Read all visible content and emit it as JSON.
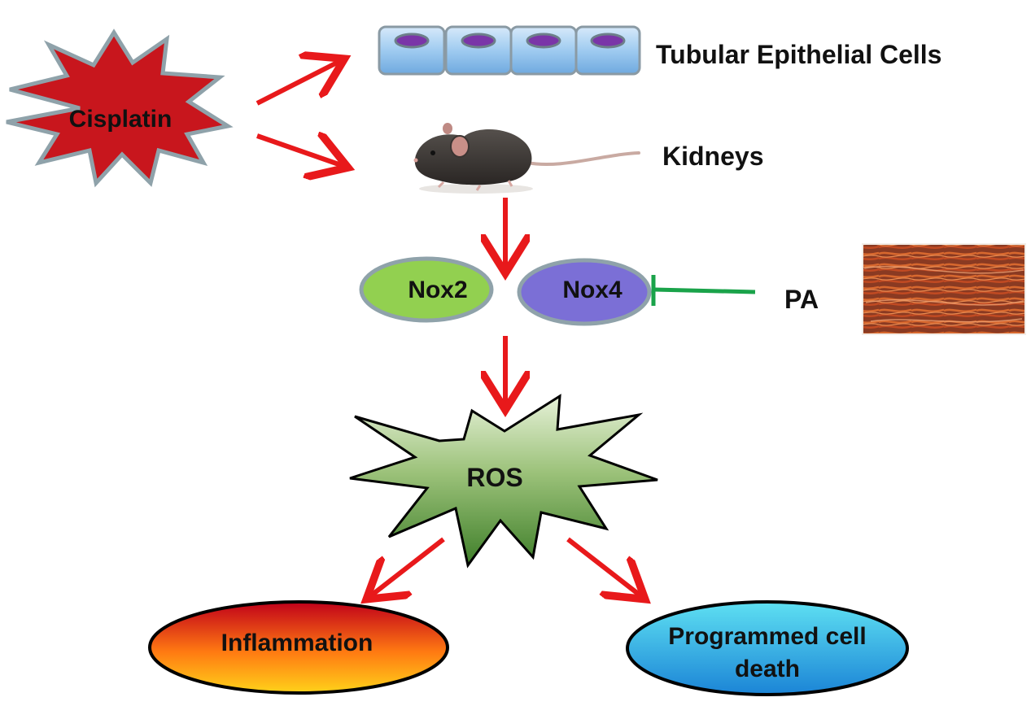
{
  "diagram": {
    "cisplatin": "Cisplatin",
    "tubular_cells": "Tubular Epithelial Cells",
    "kidneys": "Kidneys",
    "nox2": "Nox2",
    "nox4": "Nox4",
    "pa": "PA",
    "ros": "ROS",
    "inflammation": "Inflammation",
    "pcd_line1": "Programmed cell",
    "pcd_line2": "death"
  },
  "colors": {
    "arrow": "#e8191b",
    "inhibit": "#1aa34a",
    "cisplatin_fill": "#c8161d",
    "nox2_fill": "#92d050",
    "nox4_fill": "#7b6fd6",
    "cell_fill": "#9dc8ee",
    "nucleus": "#7a35a8"
  },
  "icons": [
    "mouse-image",
    "herb-root-image"
  ]
}
